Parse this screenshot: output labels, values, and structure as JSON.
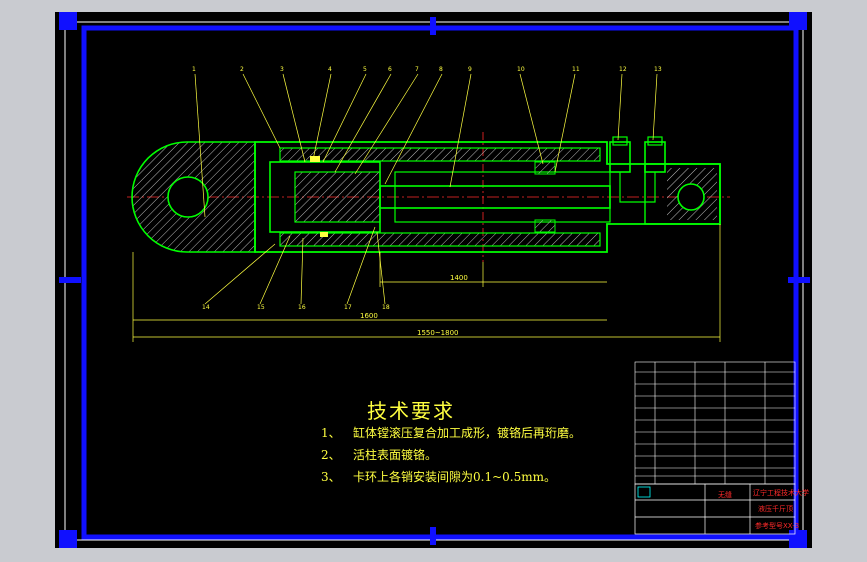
{
  "colors": {
    "background": "#000000",
    "frame": "#1010ff",
    "part_outline": "#00ff00",
    "leader": "#ffff40",
    "centerline": "#ff2a2a",
    "hatch": "#cccccc",
    "title_block_text": "#ff2a2a",
    "cyan": "#00ffff",
    "window": "#c9cbd0"
  },
  "balloons": {
    "top": [
      "1",
      "2",
      "3",
      "4",
      "5",
      "6",
      "7",
      "8",
      "9",
      "10",
      "11",
      "12",
      "13"
    ],
    "bottom": [
      "14",
      "15",
      "16",
      "17",
      "18"
    ]
  },
  "dimensions": {
    "inner": "1400",
    "middle": "1600",
    "overall": "1550~1800"
  },
  "technical_requirements": {
    "title": "技术要求",
    "items": [
      {
        "num": "1、",
        "text": "缸体镗滚压复合加工成形，镀铬后再珩磨。"
      },
      {
        "num": "2、",
        "text": "活柱表面镀铬。"
      },
      {
        "num": "3、",
        "text": "卡环上各销安装间隙为0.1~0.5mm。"
      }
    ]
  },
  "title_block": {
    "material": "无缝",
    "school": "辽宁工程技术大学",
    "subject": "液压千斤顶",
    "drawing_no": "参考型号XX-3"
  }
}
